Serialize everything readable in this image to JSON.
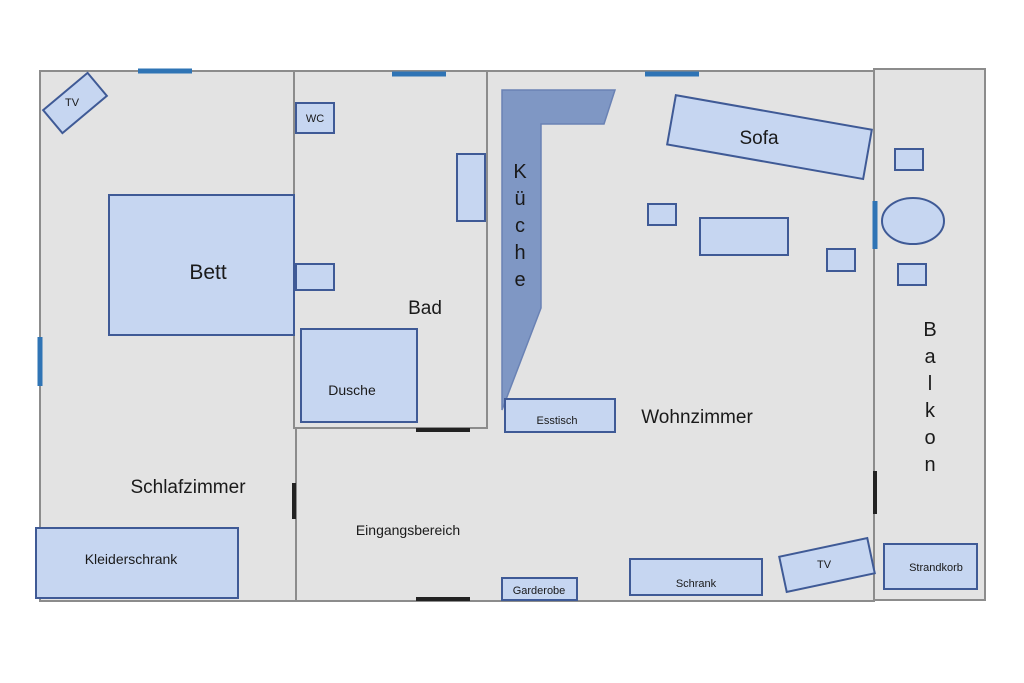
{
  "rooms": {
    "schlafzimmer": "Schlafzimmer",
    "bad": "Bad",
    "wohnzimmer": "Wohnzimmer",
    "eingangsbereich": "Eingangsbereich",
    "kueche": "Küche",
    "balkon": "Balkon"
  },
  "furniture": {
    "tv_bedroom": "TV",
    "bett": "Bett",
    "wc": "WC",
    "dusche": "Dusche",
    "kleiderschrank": "Kleiderschrank",
    "sofa": "Sofa",
    "esstisch": "Esstisch",
    "garderobe": "Garderobe",
    "schrank": "Schrank",
    "tv_living": "TV",
    "strandkorb": "Strandkorb"
  },
  "colors": {
    "wall": "#8c8c8c",
    "floor": "#e3e3e3",
    "furniture_fill": "#c6d6f1",
    "furniture_stroke": "#3f5a96",
    "kitchen": "#7f97c4",
    "window": "#2f74b5",
    "door": "#222222"
  }
}
